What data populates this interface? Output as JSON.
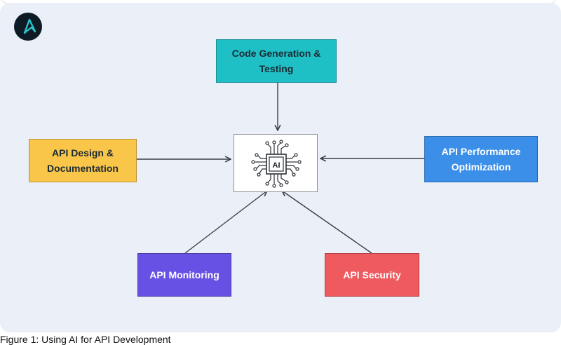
{
  "diagram": {
    "center": {
      "label": "AI",
      "icon": "ai-chip-icon"
    },
    "nodes": [
      {
        "id": "code-generation",
        "label_line1": "Code Generation &",
        "label_line2": "Testing",
        "color": "#1fbfc6",
        "text_color": "#1c2a33"
      },
      {
        "id": "api-design",
        "label_line1": "API Design &",
        "label_line2": "Documentation",
        "color": "#f9c64a",
        "text_color": "#1c2a33"
      },
      {
        "id": "api-performance",
        "label_line1": "API Performance",
        "label_line2": "Optimization",
        "color": "#3b8fe8",
        "text_color": "#ffffff"
      },
      {
        "id": "api-monitoring",
        "label_line1": "API Monitoring",
        "label_line2": "",
        "color": "#6750e4",
        "text_color": "#ffffff"
      },
      {
        "id": "api-security",
        "label_line1": "API Security",
        "label_line2": "",
        "color": "#ef5a5f",
        "text_color": "#ffffff"
      }
    ],
    "edges": [
      {
        "from": "code-generation",
        "to": "ai"
      },
      {
        "from": "api-design",
        "to": "ai"
      },
      {
        "from": "api-performance",
        "to": "ai"
      },
      {
        "from": "api-monitoring",
        "to": "ai"
      },
      {
        "from": "api-security",
        "to": "ai"
      }
    ]
  },
  "logo": {
    "icon": "brand-logo-icon"
  },
  "caption": "Figure 1: Using AI for API Development"
}
